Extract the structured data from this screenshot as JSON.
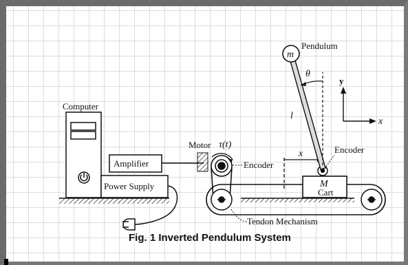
{
  "labels": {
    "computer": "Computer",
    "amplifier": "Amplifier",
    "power_supply": "Power Supply",
    "motor": "Motor",
    "motor_torque": "τ(t)",
    "encoder_motor": "Encoder",
    "pendulum": "Pendulum",
    "mass_m": "m",
    "theta": "θ",
    "length_l": "l",
    "encoder_cart": "Encoder",
    "position_x": "x",
    "cart_mass": "M",
    "cart": "Cart",
    "axis_y": "y",
    "axis_x": "x",
    "tendon": "Tendon Mechanism"
  },
  "caption": "Fig. 1 Inverted  Pendulum System"
}
